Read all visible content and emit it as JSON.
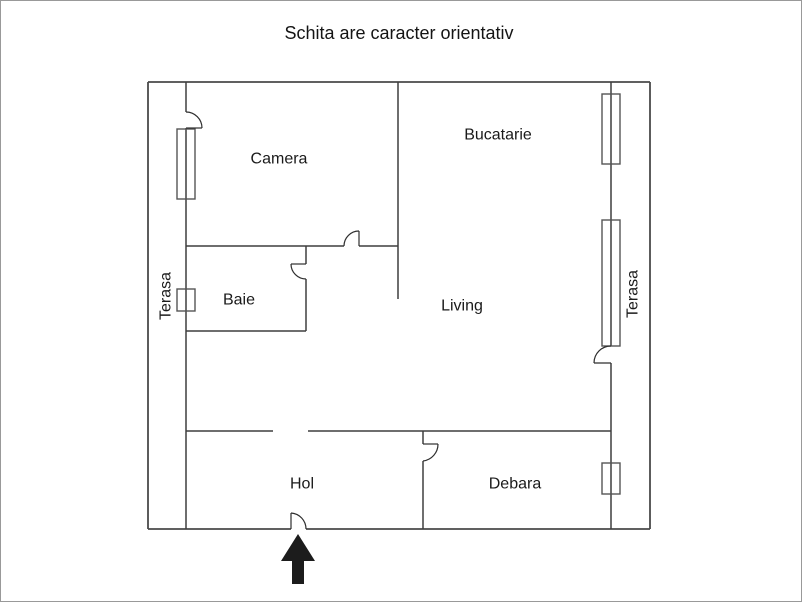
{
  "title": "Schita are caracter orientativ",
  "rooms": {
    "camera": {
      "label": "Camera"
    },
    "bucatarie": {
      "label": "Bucatarie"
    },
    "baie": {
      "label": "Baie"
    },
    "living": {
      "label": "Living"
    },
    "hol": {
      "label": "Hol"
    },
    "debara": {
      "label": "Debara"
    },
    "terasa_left": {
      "label": "Terasa"
    },
    "terasa_right": {
      "label": "Terasa"
    }
  },
  "icons": {
    "entrance_arrow": "up-arrow"
  },
  "colors": {
    "background": "#ffffff",
    "wall": "#3f3f3f",
    "outer_wall": "#4a4a4a",
    "window": "#555555",
    "door": "#2e2e2e",
    "text": "#1a1a1a",
    "arrow": "#1c1c1c",
    "page_border": "#999999"
  }
}
